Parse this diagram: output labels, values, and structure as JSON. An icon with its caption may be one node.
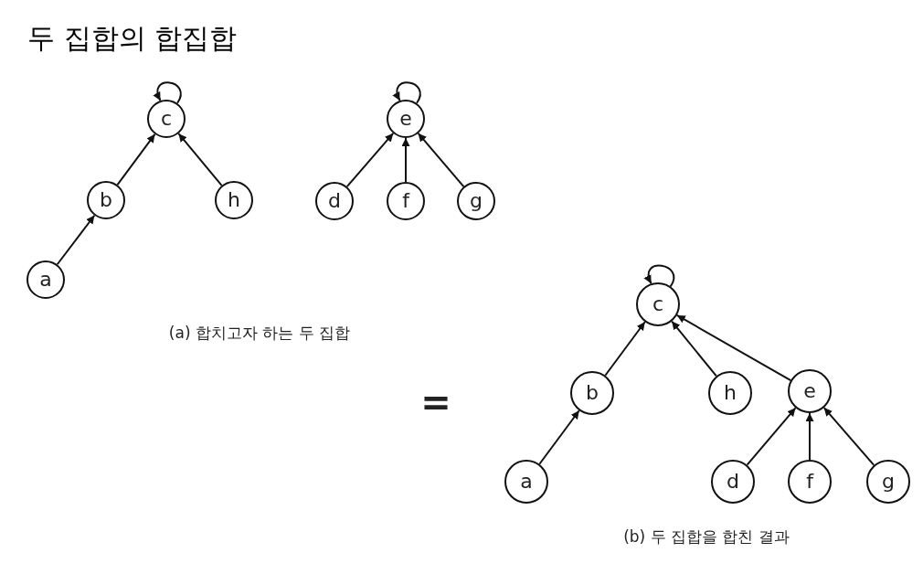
{
  "diagram": {
    "title": "두 집합의 합집합",
    "nodes": [
      {
        "text": [
          "c"
        ]
      },
      {
        "text": [
          "b"
        ]
      },
      {
        "text": [
          "h"
        ]
      },
      {
        "text": [
          "a"
        ]
      },
      {
        "text": [
          "e"
        ]
      },
      {
        "text": [
          "d"
        ]
      },
      {
        "text": [
          "f"
        ]
      },
      {
        "text": [
          "g"
        ]
      },
      {
        "text": [
          "c"
        ]
      },
      {
        "text": [
          "b"
        ]
      },
      {
        "text": [
          "h"
        ]
      },
      {
        "text": [
          "e"
        ]
      },
      {
        "text": [
          "a"
        ]
      },
      {
        "text": [
          "d"
        ]
      },
      {
        "text": [
          "f"
        ]
      },
      {
        "text": [
          "g"
        ]
      }
    ],
    "edges": [
      {
        "from": 0,
        "to": 0,
        "arrow": "to"
      },
      {
        "from": 1,
        "to": 0,
        "arrow": "to"
      },
      {
        "from": 2,
        "to": 0,
        "arrow": "to"
      },
      {
        "from": 3,
        "to": 1,
        "arrow": "to"
      },
      {
        "from": 4,
        "to": 4,
        "arrow": "to"
      },
      {
        "from": 5,
        "to": 4,
        "arrow": "to"
      },
      {
        "from": 6,
        "to": 4,
        "arrow": "to"
      },
      {
        "from": 7,
        "to": 4,
        "arrow": "to"
      },
      {
        "from": 8,
        "to": 8,
        "arrow": "to"
      },
      {
        "from": 9,
        "to": 8,
        "arrow": "to"
      },
      {
        "from": 10,
        "to": 8,
        "arrow": "to"
      },
      {
        "from": 11,
        "to": 8,
        "arrow": "to"
      },
      {
        "from": 12,
        "to": 9,
        "arrow": "to"
      },
      {
        "from": 13,
        "to": 11,
        "arrow": "to"
      },
      {
        "from": 14,
        "to": 11,
        "arrow": "to"
      },
      {
        "from": 15,
        "to": 11,
        "arrow": "to"
      }
    ],
    "labels": [
      "(a) 합치고자 하는 두 집합",
      "=",
      "(b) 두 집합을 합친 결과"
    ]
  }
}
